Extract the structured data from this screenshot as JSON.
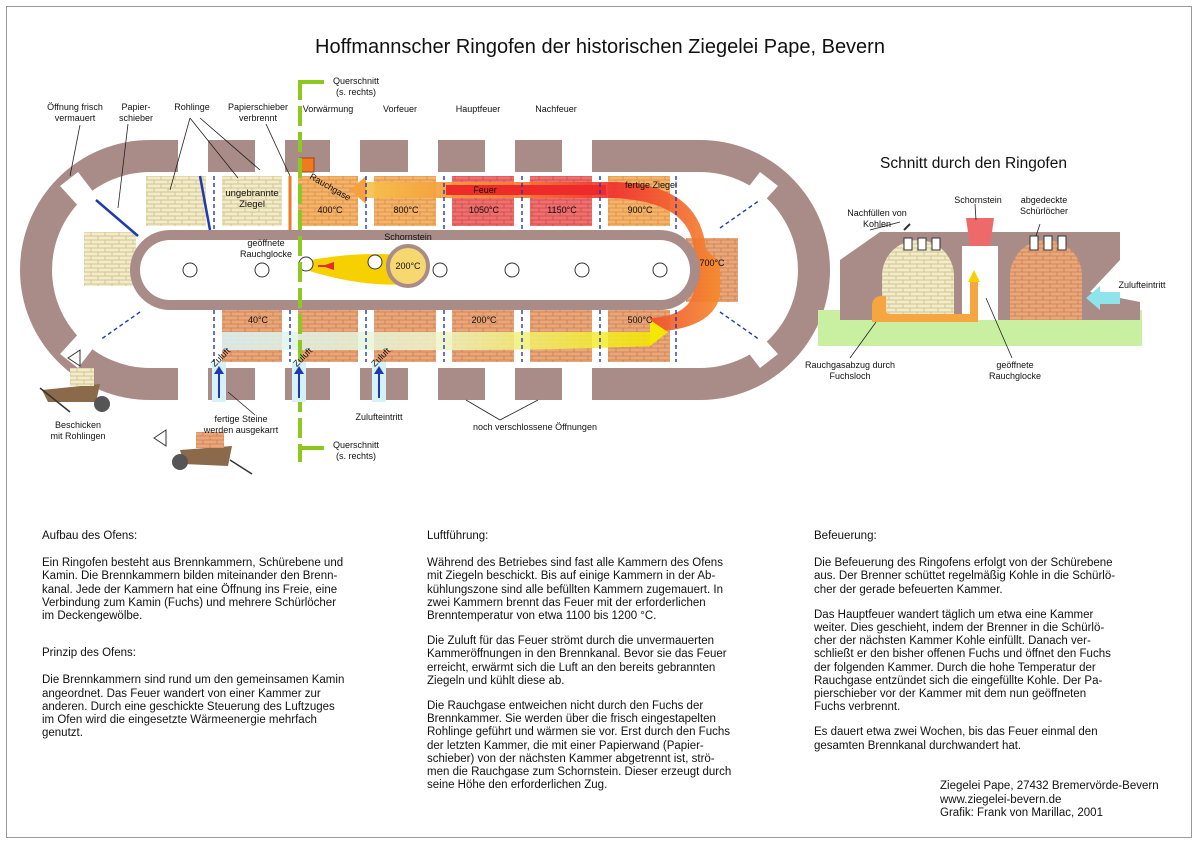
{
  "title": "Hoffmannscher Ringofen der historischen Ziegelei Pape, Bevern",
  "section_title": "Schnitt durch den Ringofen",
  "labels": {
    "oeffnung": [
      "Öffnung frisch",
      "vermauert"
    ],
    "papierschieber": [
      "Papier-",
      "schieber"
    ],
    "rohlinge": "Rohlinge",
    "papier_verbrannt": [
      "Papierschieber",
      "verbrennt"
    ],
    "vorwaermung": "Vorwärmung",
    "vorfeuer": "Vorfeuer",
    "hauptfeuer": "Hauptfeuer",
    "nachfeuer": "Nachfeuer",
    "querschnitt_top": [
      "Querschnitt",
      "(s. rechts)"
    ],
    "querschnitt_bottom": [
      "Querschnitt",
      "(s. rechts)"
    ],
    "ungebrannte": [
      "ungebrannte",
      "Ziegel"
    ],
    "rauchgase": "Rauchgase",
    "feuer": "Feuer",
    "fertige_ziegel": "fertige Ziegel",
    "geoeffnete": [
      "geöffnete",
      "Rauchglocke"
    ],
    "schornstein_center": "Schornstein",
    "temps_top": [
      "400°C",
      "800°C",
      "1050°C",
      "1150°C",
      "900°C"
    ],
    "temp_700": "700°C",
    "temp_200c": "200°C",
    "temps_bottom": [
      "40°C",
      "200°C",
      "500°C"
    ],
    "zuluft": "Zuluft",
    "beschicken": [
      "Beschicken",
      "mit Rohlingen"
    ],
    "fertige_steine": [
      "fertige Steine",
      "werden ausgekarrt"
    ],
    "zulufteintritt": "Zulufteintritt",
    "noch_verschlossene": "noch verschlossene Öffnungen",
    "sec_nachfuellen": [
      "Nachfüllen von",
      "Kohlen"
    ],
    "sec_schornstein": "Schornstein",
    "sec_abgedeckte": [
      "abgedeckte",
      "Schürlöcher"
    ],
    "sec_zulufteintritt": "Zulufteintritt",
    "sec_rauchgasabzug": [
      "Rauchgasabzug durch",
      "Fuchsloch"
    ],
    "sec_geoeffnete": [
      "geöffnete",
      "Rauchglocke"
    ]
  },
  "text": {
    "aufbau_title": "Aufbau des Ofens:",
    "aufbau_body": [
      "Ein Ringofen besteht aus Brennkammern, Schürebene und",
      "Kamin. Die Brennkammern bilden miteinander den Brenn-",
      "kanal. Jede der Kammern hat eine Öffnung ins Freie, eine",
      "Verbindung zum Kamin (Fuchs) und mehrere Schürlöcher",
      "im Deckengewölbe."
    ],
    "prinzip_title": "Prinzip des Ofens:",
    "prinzip_body": [
      "Die Brennkammern sind rund um den gemeinsamen Kamin",
      "angeordnet. Das Feuer wandert von einer Kammer zur",
      "anderen. Durch eine geschickte Steuerung des Luftzuges",
      "im Ofen wird die eingesetzte Wärmeenergie mehrfach",
      "genutzt."
    ],
    "luft_title": "Luftführung:",
    "luft_p1": [
      "Während des Betriebes sind fast alle Kammern des Ofens",
      "mit Ziegeln beschickt. Bis auf einige Kammern in der Ab-",
      "kühlungszone sind alle befüllten Kammern zugemauert. In",
      "zwei Kammern brennt das Feuer mit der erforderlichen",
      "Brenntemperatur von etwa 1100 bis 1200 °C."
    ],
    "luft_p2": [
      "Die Zuluft für das Feuer strömt durch die unvermauerten",
      "Kammeröffnungen in den Brennkanal. Bevor sie das Feuer",
      "erreicht, erwärmt sich die Luft an den bereits gebrannten",
      "Ziegeln und kühlt diese ab."
    ],
    "luft_p3": [
      "Die Rauchgase entweichen nicht durch den Fuchs der",
      "Brennkammer. Sie werden über die frisch eingestapelten",
      "Rohlinge geführt und wärmen sie vor. Erst durch den Fuchs",
      "der letzten Kammer, die mit einer Papierwand (Papier-",
      "schieber) von der nächsten Kammer abgetrennt ist, strö-",
      "men die Rauchgase zum Schornstein. Dieser erzeugt durch",
      "seine Höhe den erforderlichen Zug."
    ],
    "bef_title": "Befeuerung:",
    "bef_p1": [
      "Die Befeuerung des Ringofens erfolgt von der Schürebene",
      "aus. Der Brenner schüttet regelmäßig Kohle in die Schürlö-",
      "cher der gerade befeuerten Kammer."
    ],
    "bef_p2": [
      "Das Hauptfeuer wandert täglich um etwa eine Kammer",
      "weiter. Dies geschieht, indem der Brenner in die Schürlö-",
      "cher der nächsten Kammer Kohle einfüllt. Danach ver-",
      "schließt er den bisher offenen Fuchs und öffnet den Fuchs",
      "der folgenden Kammer. Durch die hohe Temperatur der",
      "Rauchgase entzündet sich die eingefüllte Kohle. Der Pa-",
      "pierschieber vor der Kammer mit dem nun geöffneten",
      "Fuchs verbrennt."
    ],
    "bef_p3": [
      "Es dauert etwa zwei Wochen, bis das Feuer einmal den",
      "gesamten Brennkanal durchwandert hat."
    ]
  },
  "credits": [
    "Ziegelei Pape, 27432 Bremervörde-Bevern",
    "www.ziegelei-bevern.de",
    "Grafik: Frank von Marillac, 2001"
  ],
  "colors": {
    "wall": "#a88a86",
    "brick_raw": "#f0e6c0",
    "brick_fired": "#e8a070",
    "fire": "#f04040",
    "hot": "#f6a040",
    "warm": "#f7d070",
    "flow_yellow": "#f4e000",
    "air": "#d6f2f8",
    "ground": "#c8f0a0",
    "green_line": "#8cc81e",
    "blue_line": "#1f3ab0"
  }
}
